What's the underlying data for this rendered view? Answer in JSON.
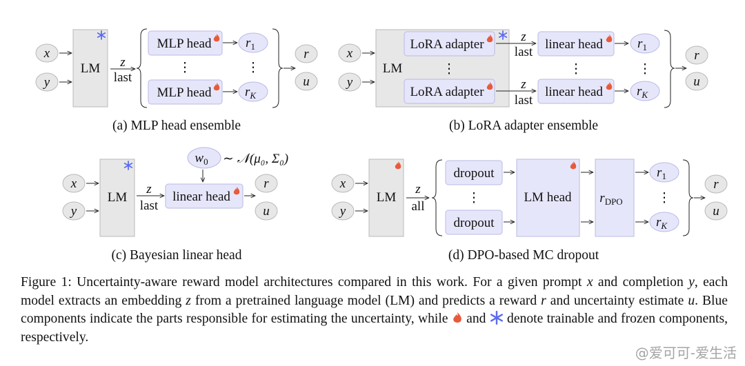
{
  "panels": {
    "a": {
      "caption": "(a) MLP head ensemble",
      "x": "x",
      "y": "y",
      "lm": "LM",
      "z": "z",
      "tap": "last",
      "head1": "MLP head",
      "head2": "MLP head",
      "r1": "r",
      "r1_sub": "1",
      "rk": "r",
      "rk_sub": "K",
      "out_r": "r",
      "out_u": "u",
      "vdots": "⋮"
    },
    "b": {
      "caption": "(b) LoRA adapter ensemble",
      "x": "x",
      "y": "y",
      "lm": "LM",
      "adapter1": "LoRA adapter",
      "adapter2": "LoRA adapter",
      "z": "z",
      "tap": "last",
      "head1": "linear head",
      "head2": "linear head",
      "r1": "r",
      "r1_sub": "1",
      "rk": "r",
      "rk_sub": "K",
      "out_r": "r",
      "out_u": "u",
      "vdots": "⋮"
    },
    "c": {
      "caption": "(c) Bayesian linear head",
      "x": "x",
      "y": "y",
      "lm": "LM",
      "z": "z",
      "tap": "last",
      "head": "linear head",
      "w0": "w",
      "w0_sub": "0",
      "prior": "∼ 𝒩(μ₀, Σ₀)",
      "out_r": "r",
      "out_u": "u"
    },
    "d": {
      "caption": "(d) DPO-based MC dropout",
      "x": "x",
      "y": "y",
      "lm": "LM",
      "z": "z",
      "tap": "all",
      "drop1": "dropout",
      "drop2": "dropout",
      "head": "LM head",
      "rdpo": "r",
      "rdpo_sub": "DPO",
      "r1": "r",
      "r1_sub": "1",
      "rk": "r",
      "rk_sub": "K",
      "out_r": "r",
      "out_u": "u",
      "vdots": "⋮"
    }
  },
  "figure_caption": {
    "s1": "Figure 1: Uncertainty-aware reward model architectures compared in this work. For a given prompt ",
    "x": "x",
    "s2": " and completion ",
    "y": "y",
    "s3": ", each model extracts an embedding ",
    "z": "z",
    "s4": " from a pretrained language model (LM) and predicts a reward ",
    "r": "r",
    "s5": " and uncertainty estimate ",
    "u": "u",
    "s6": ". Blue components indicate the parts responsible for estimating the uncertainty, while ",
    "s7": " and ",
    "s8": " denote trainable and frozen components, respectively."
  },
  "watermark": "@爱可可-爱生活",
  "colors": {
    "trainable": "#e85a3c",
    "frozen": "#5b6cf0",
    "blue_fill": "#e6e6fb",
    "gray_fill": "#e7e7e7"
  },
  "icons": {
    "trainable": "flame-icon",
    "frozen": "snowflake-icon"
  }
}
